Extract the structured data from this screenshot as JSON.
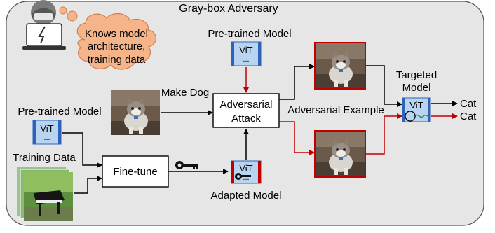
{
  "title": "Gray-box Adversary",
  "thought_bubble": [
    "Knows model",
    "architecture,",
    "training data"
  ],
  "vit_label": "ViT",
  "vit_dots": "...",
  "pretrained_top_label": "Pre-trained Model",
  "pretrained_left_label": "Pre-trained Model",
  "make_dog_label": "Make Dog",
  "attack_box": [
    "Adversarial",
    "Attack"
  ],
  "adversarial_example_label": "Adversarial Example",
  "targeted_model_label": [
    "Targeted",
    "Model"
  ],
  "outputs": [
    "Cat",
    "Cat"
  ],
  "training_data_label": "Training Data",
  "finetune_label": "Fine-tune",
  "adapted_model_label": "Adapted Model",
  "colors": {
    "panel_fill": "#e6e6e6",
    "cloud_fill": "#f6b48a",
    "vit_fill": "#b8d4f0",
    "vit_bar": "#2d63b8",
    "red": "#c00000",
    "green": "#2f8f2f"
  }
}
